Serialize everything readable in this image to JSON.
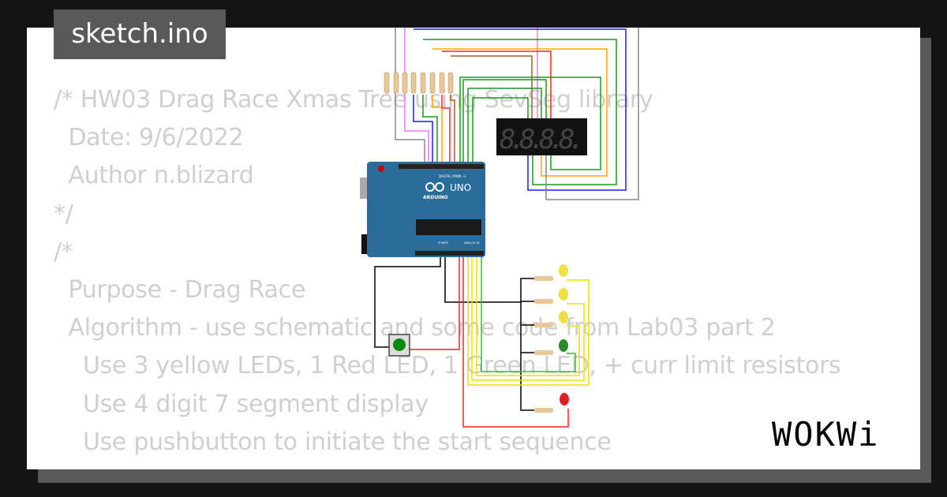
{
  "title": "sketch.ino",
  "code_lines": [
    "/* HW03 Drag Race Xmas Tree using SevSeg library",
    "  Date: 9/6/2022",
    "  Author n.blizard",
    "*/",
    "/*",
    "  Purpose - Drag Race",
    "  Algorithm - use schematic and some code from Lab03 part 2",
    "    Use 3 yellow LEDs, 1 Red LED, 1 Green LED, + curr limit resistors",
    "    Use 4 digit 7 segment display",
    "    Use pushbutton to initiate the start sequence"
  ],
  "board": {
    "name": "UNO",
    "brand": "ARDUINO",
    "header_label": "DIGITAL (PWM ~)",
    "power_label": "POWER",
    "analog_label": "ANALOG IN",
    "color": "#2a6c9a"
  },
  "display": {
    "digits": "8.8.8.8."
  },
  "logo": "WOKWi",
  "colors": {
    "background": "#141414",
    "card_shadow": "#595959",
    "code_text": "#cfcfcf"
  }
}
